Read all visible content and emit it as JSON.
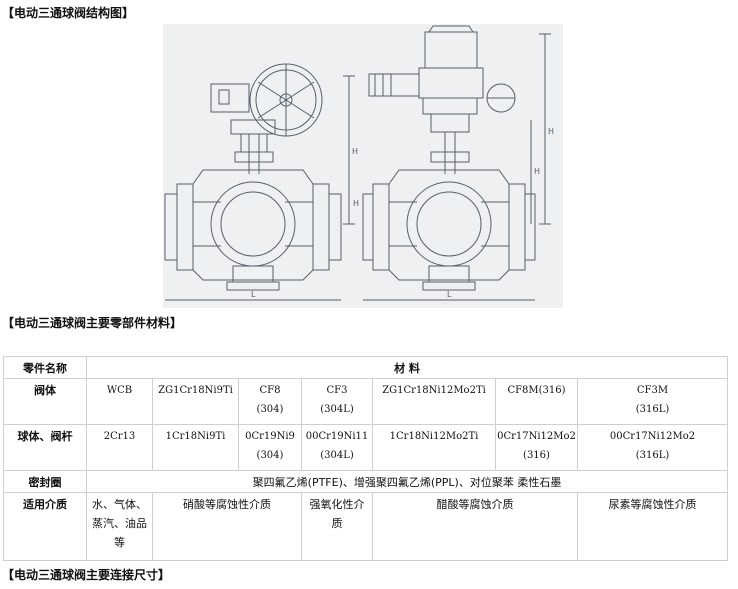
{
  "headings": {
    "structure": "【电动三通球阀结构图】",
    "materials": "【电动三通球阀主要零部件材料】",
    "dimensions": "【电动三通球阀主要连接尺寸】"
  },
  "figure": {
    "dim_labels": [
      "H",
      "H",
      "L",
      "L",
      "H",
      "H"
    ]
  },
  "table": {
    "header": {
      "part": "零件名称",
      "material": "材 料"
    },
    "body_row": {
      "label": "阀体",
      "cells": [
        [
          "WCB"
        ],
        [
          "ZG1Cr18Ni9Ti"
        ],
        [
          "CF8",
          "(304)"
        ],
        [
          "CF3",
          "(304L)"
        ],
        [
          "ZG1Cr18Ni12Mo2Ti"
        ],
        [
          "CF8M(316)"
        ],
        [
          "CF3M",
          "(316L)"
        ]
      ]
    },
    "ball_row": {
      "label": "球体、阀杆",
      "cells": [
        [
          "2Cr13"
        ],
        [
          "1Cr18Ni9Ti"
        ],
        [
          "0Cr19Ni9",
          "(304)"
        ],
        [
          "00Cr19Ni11",
          "(304L)"
        ],
        [
          "1Cr18Ni12Mo2Ti"
        ],
        [
          "0Cr17Ni12Mo2",
          "(316)"
        ],
        [
          "00Cr17Ni12Mo2",
          "(316L)"
        ]
      ]
    },
    "seal_row": {
      "label": "密封圈",
      "value": "聚四氟乙烯(PTFE)、增强聚四氟乙烯(PPL)、对位聚苯 柔性石墨"
    },
    "media_row": {
      "label": "适用介质",
      "cells": [
        [
          "水、气体、",
          "蒸汽、油品",
          "等"
        ],
        [
          "硝酸等腐蚀性介质"
        ],
        [
          "强氧化性介",
          "质"
        ],
        [
          "醋酸等腐蚀介质"
        ],
        [
          "尿素等腐蚀性介质"
        ]
      ]
    }
  }
}
